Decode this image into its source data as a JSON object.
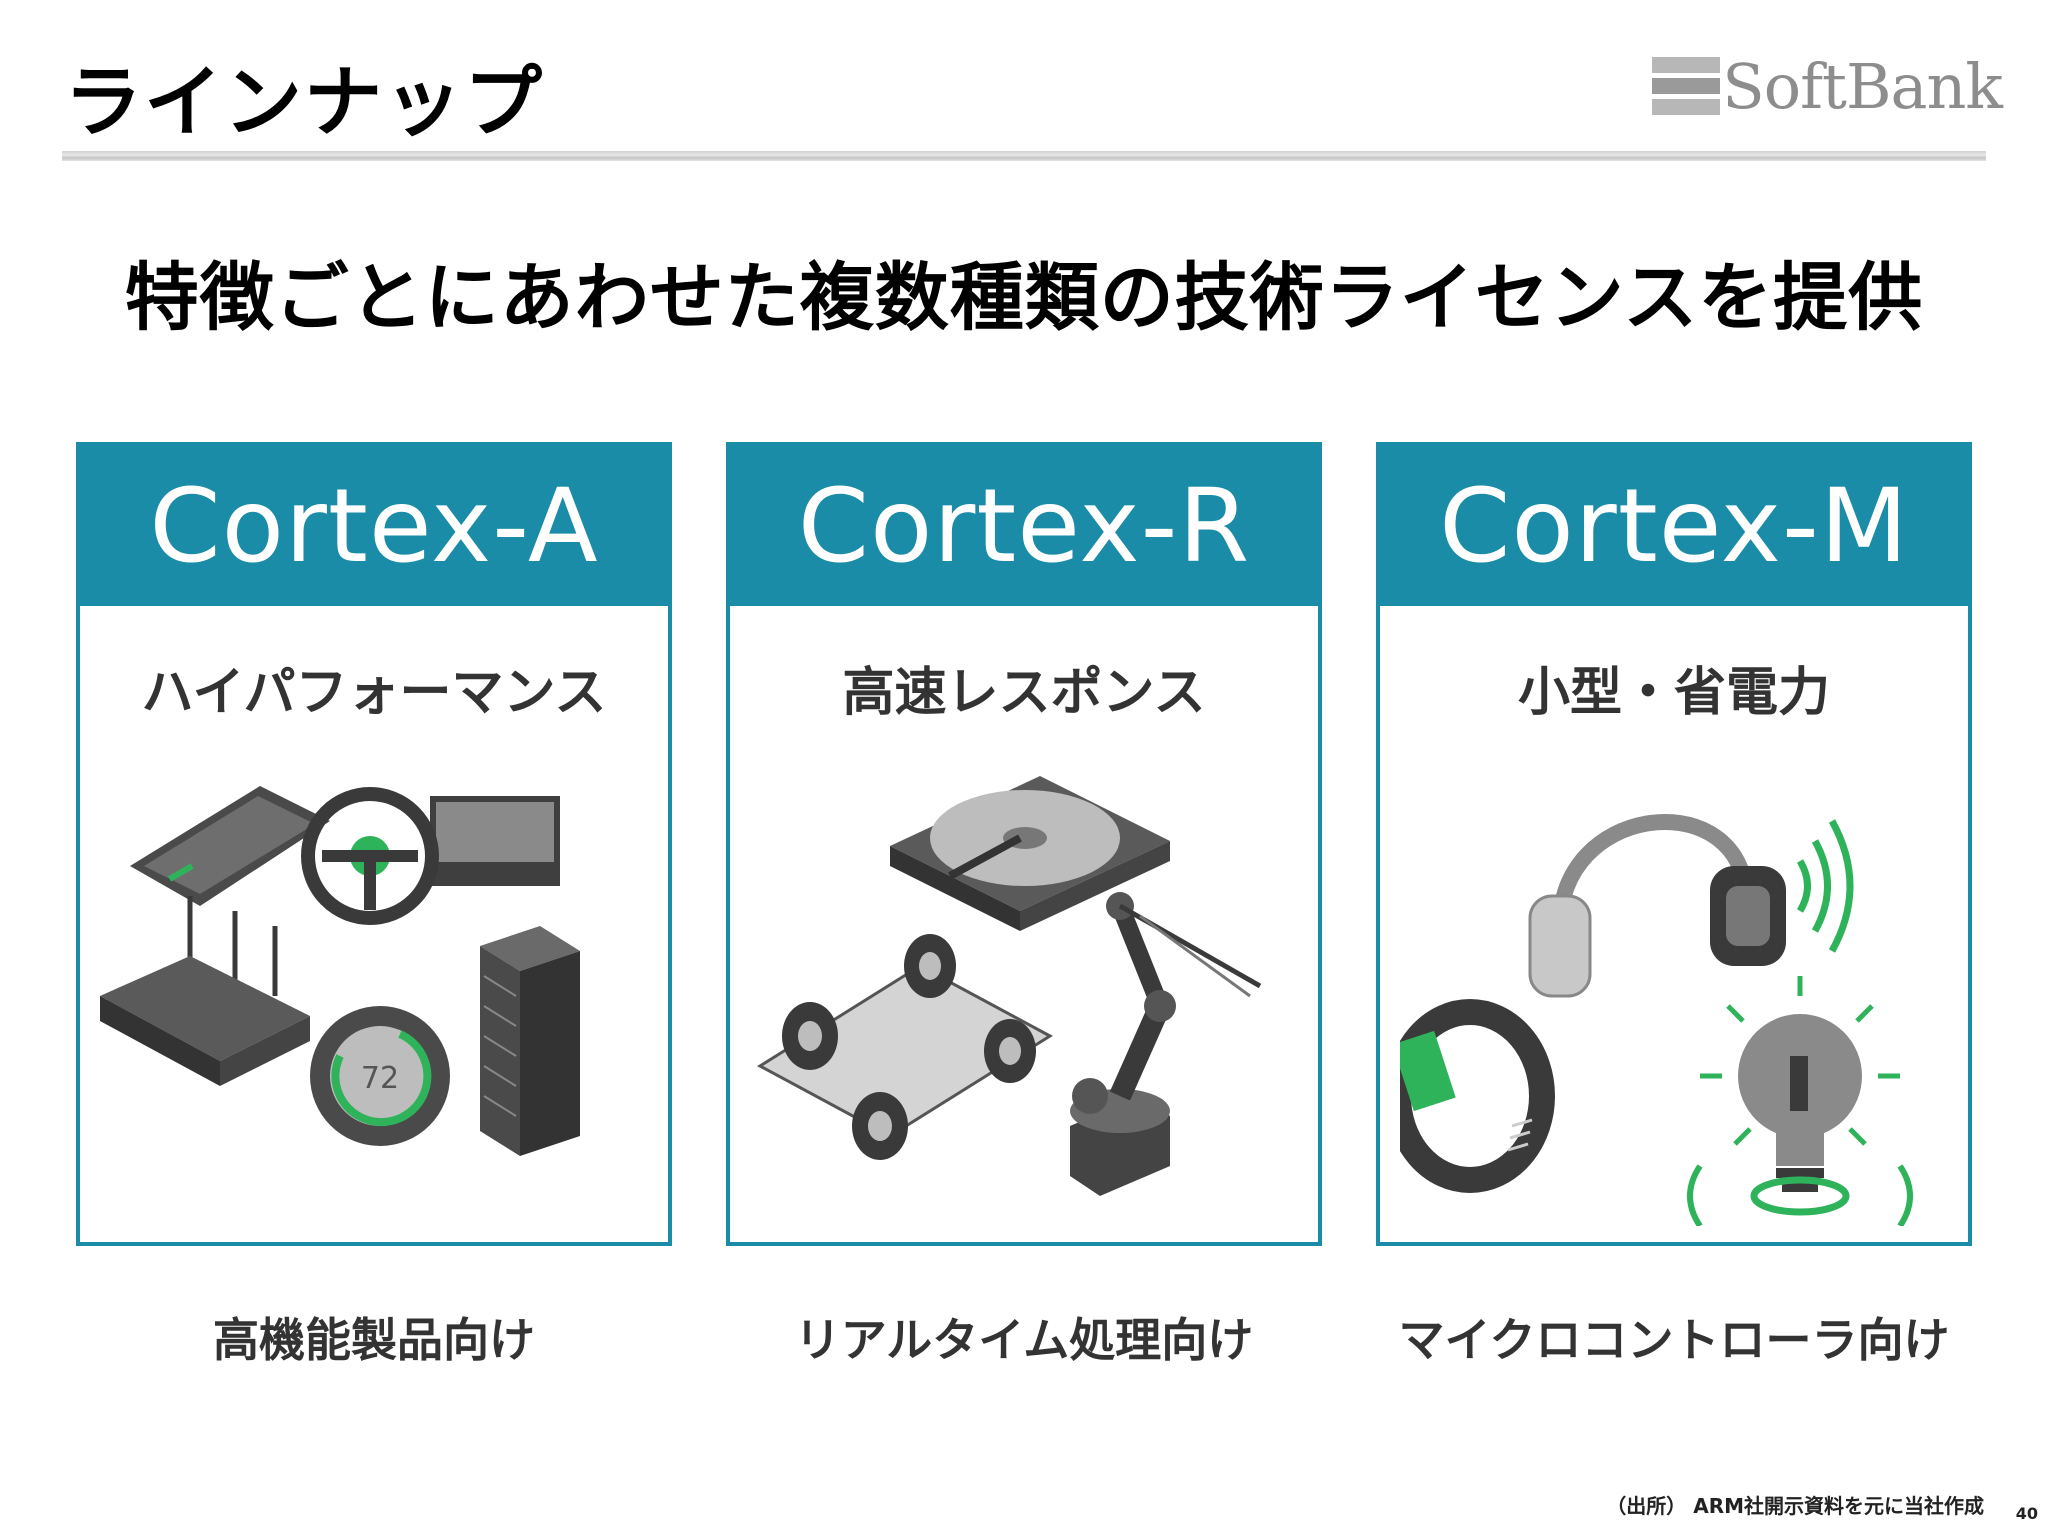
{
  "header": {
    "title": "ラインナップ",
    "logo_text": "SoftBank"
  },
  "subtitle": "特徴ごとにあわせた複数種類の技術ライセンスを提供",
  "cards": [
    {
      "name": "Cortex-A",
      "feature": "ハイパフォーマンス",
      "caption": "高機能製品向け",
      "thermostat_value": "72"
    },
    {
      "name": "Cortex-R",
      "feature": "高速レスポンス",
      "caption": "リアルタイム処理向け"
    },
    {
      "name": "Cortex-M",
      "feature": "小型・省電力",
      "caption": "マイクロコントローラ向け"
    }
  ],
  "footer": {
    "source": "（出所） ARM社開示資料を元に当社作成",
    "page_number": "40"
  },
  "colors": {
    "accent": "#1a8ca8",
    "icon_green": "#2fb35a",
    "icon_dark": "#4a4a4a",
    "icon_light": "#bdbdbd"
  }
}
